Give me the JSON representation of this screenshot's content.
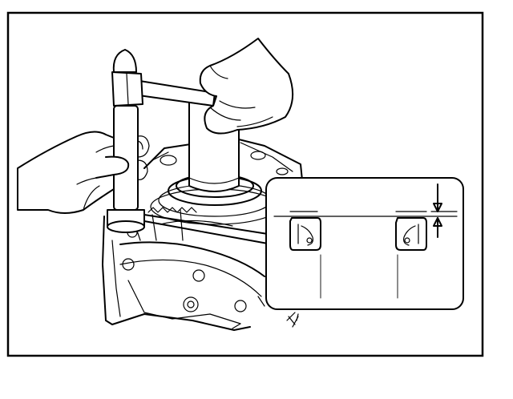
{
  "figure": {
    "description_text": "",
    "colors": {
      "ink": "#000000",
      "paper": "#ffffff"
    },
    "parts": [
      "frame",
      "hammer",
      "seal-driver",
      "left-hand",
      "right-hand",
      "transaxle-case",
      "oil-seal-detail-inset",
      "depth-dimension-arrows"
    ]
  }
}
